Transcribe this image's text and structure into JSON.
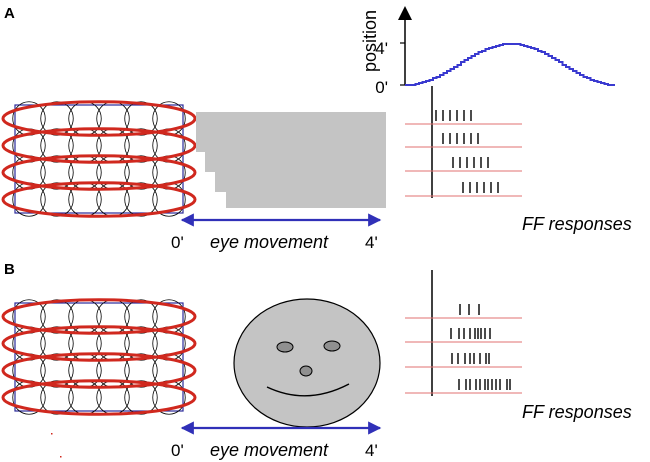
{
  "panels": {
    "a": {
      "label": "A",
      "plot": {
        "ylabel": "position",
        "yticks": [
          "4'",
          "0'"
        ]
      },
      "stimulus_axis": {
        "left": "0'",
        "center": "eye movement",
        "right": "4'"
      },
      "responses_label": "FF responses"
    },
    "b": {
      "label": "B",
      "stimulus_axis": {
        "left": "0'",
        "center": "eye movement",
        "right": "4'"
      },
      "responses_label": "FF responses"
    }
  },
  "colors": {
    "ellipse": "#d0281e",
    "frame": "#2a2a9a",
    "trace": "#3a3ad0",
    "arrow": "#3030b8",
    "gray_shape": "#c4c4c4",
    "baseline": "#e07070"
  }
}
